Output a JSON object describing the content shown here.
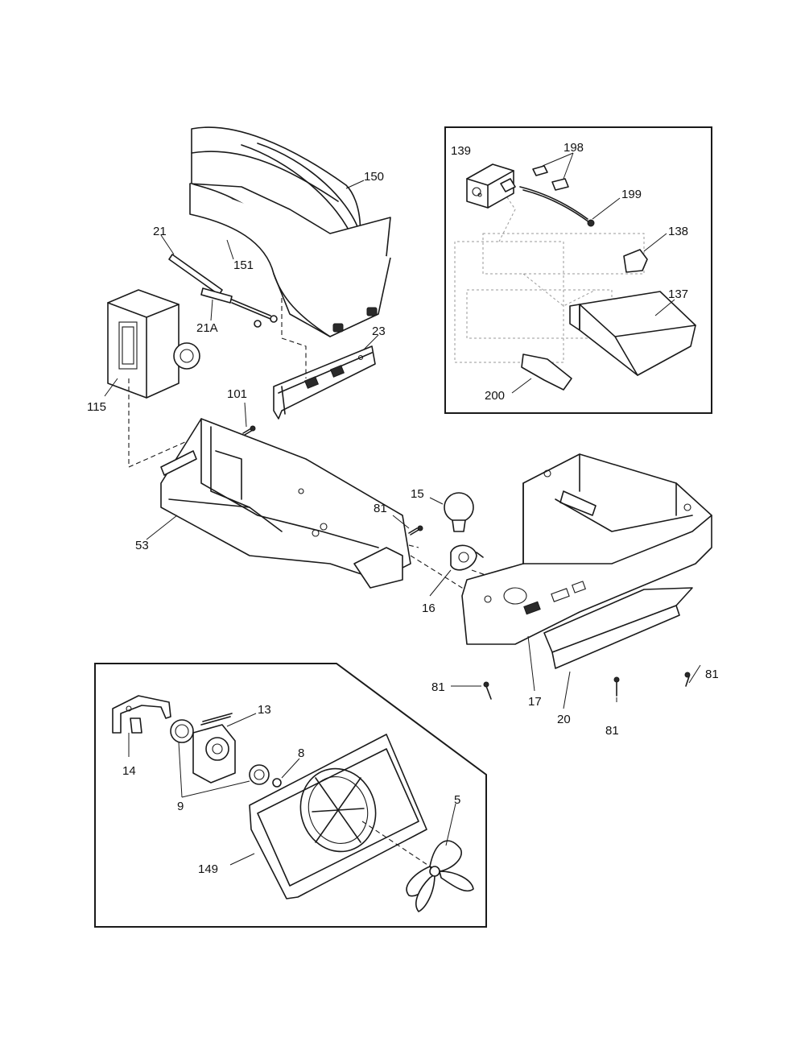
{
  "diagram": {
    "callouts": {
      "c150": "150",
      "c151": "151",
      "c21": "21",
      "c21a": "21A",
      "c115": "115",
      "c23": "23",
      "c101": "101",
      "c53": "53",
      "c81a": "81",
      "c15": "15",
      "c16": "16",
      "c17": "17",
      "c20": "20",
      "c81b": "81",
      "c81c": "81",
      "c81d": "81",
      "c139": "139",
      "c198": "198",
      "c199": "199",
      "c138": "138",
      "c137": "137",
      "c200": "200",
      "c13": "13",
      "c14": "14",
      "c8": "8",
      "c9": "9",
      "c5": "5",
      "c149": "149"
    }
  }
}
